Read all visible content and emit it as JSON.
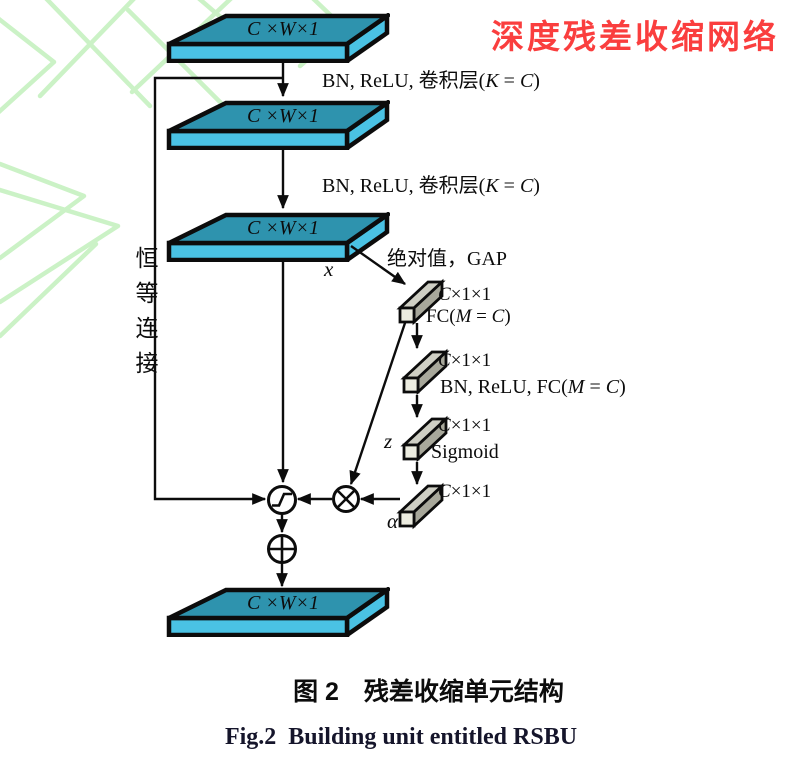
{
  "annotation_title": {
    "text": "深度残差收缩网络",
    "color": "#fa3e3e"
  },
  "slab": {
    "label": {
      "c": "C",
      "x1": " ×",
      "w": "W",
      "x2": "×1"
    }
  },
  "edges": {
    "conv": {
      "prefix": "BN, ReLU, 卷积层(",
      "k": "K",
      "eq": " = ",
      "c": "C",
      "suffix": ")"
    },
    "abs_gap": "绝对值，GAP",
    "fc": {
      "prefix": "FC(",
      "m": "M",
      "eq": " = ",
      "c": "C",
      "suffix": ")"
    },
    "bn_fc": {
      "prefix": "BN, ReLU, FC(",
      "m": "M",
      "eq": " = ",
      "c": "C",
      "suffix": ")"
    },
    "sigmoid": "Sigmoid",
    "identity": "恒等连接"
  },
  "vector": {
    "c": "C",
    "rest": "×1×1"
  },
  "vars": {
    "x": "x",
    "z": "z",
    "alpha": "α"
  },
  "ops": {
    "soft_threshold": "soft-threshold",
    "multiply": "multiply",
    "add": "add"
  },
  "captions": {
    "zh": "图 2　残差收缩单元结构",
    "en": "Fig.2  Building unit entitled RSBU"
  },
  "colors": {
    "slab_top": "#2e93ae",
    "slab_front": "#4ac2e4",
    "bar_top": "#cfcfc4",
    "bar_side": "#a8a89b",
    "bar_front": "#ecece0",
    "line": "#0c0c0c",
    "watermark": "#cbf2c6",
    "caption_en": "#15152b",
    "annotation_red": "#fa3e3e"
  }
}
